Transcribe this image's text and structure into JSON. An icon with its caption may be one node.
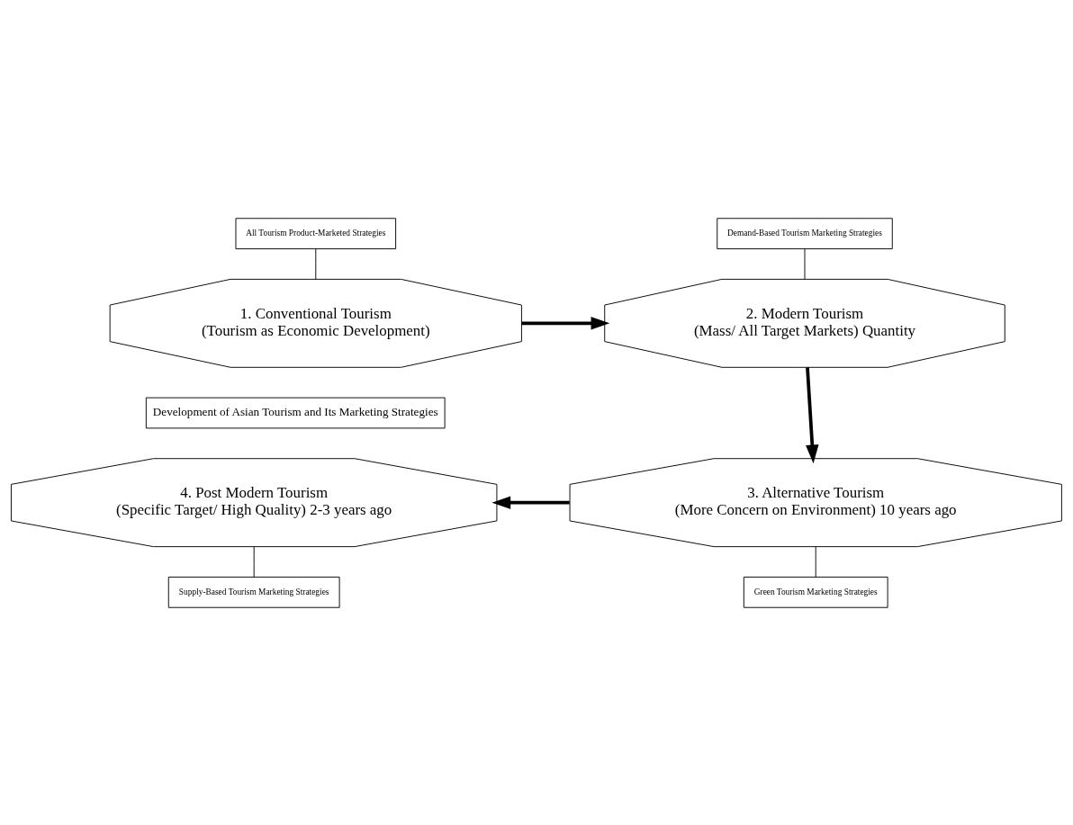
{
  "diagram": {
    "nodes": [
      {
        "text": [
          "All Tourism Product-Marketed Strategies"
        ]
      },
      {
        "text": [
          "1. Conventional Tourism",
          "(Tourism as Economic Development)"
        ]
      },
      {
        "text": [
          "Demand-Based Tourism Marketing Strategies"
        ]
      },
      {
        "text": [
          "2. Modern Tourism",
          "(Mass/ All Target Markets) Quantity"
        ]
      },
      {
        "text": [
          "Development of Asian Tourism and Its Marketing Strategies"
        ]
      },
      {
        "text": [
          "4. Post Modern Tourism",
          "(Specific Target/ High Quality) 2-3 years ago"
        ]
      },
      {
        "text": [
          "3. Alternative Tourism",
          "(More Concern on Environment) 10 years ago"
        ]
      },
      {
        "text": [
          "Supply-Based Tourism Marketing Strategies"
        ]
      },
      {
        "text": [
          "Green Tourism Marketing Strategies"
        ]
      }
    ],
    "edges": [
      {
        "from": 0,
        "to": 1,
        "arrow": "none"
      },
      {
        "from": 2,
        "to": 3,
        "arrow": "none"
      },
      {
        "from": 1,
        "to": 3,
        "arrow": "to",
        "style": "thick"
      },
      {
        "from": 3,
        "to": 6,
        "arrow": "to",
        "style": "thick"
      },
      {
        "from": 6,
        "to": 5,
        "arrow": "to",
        "style": "thick"
      },
      {
        "from": 7,
        "to": 5,
        "arrow": "none"
      },
      {
        "from": 8,
        "to": 6,
        "arrow": "none"
      }
    ]
  }
}
